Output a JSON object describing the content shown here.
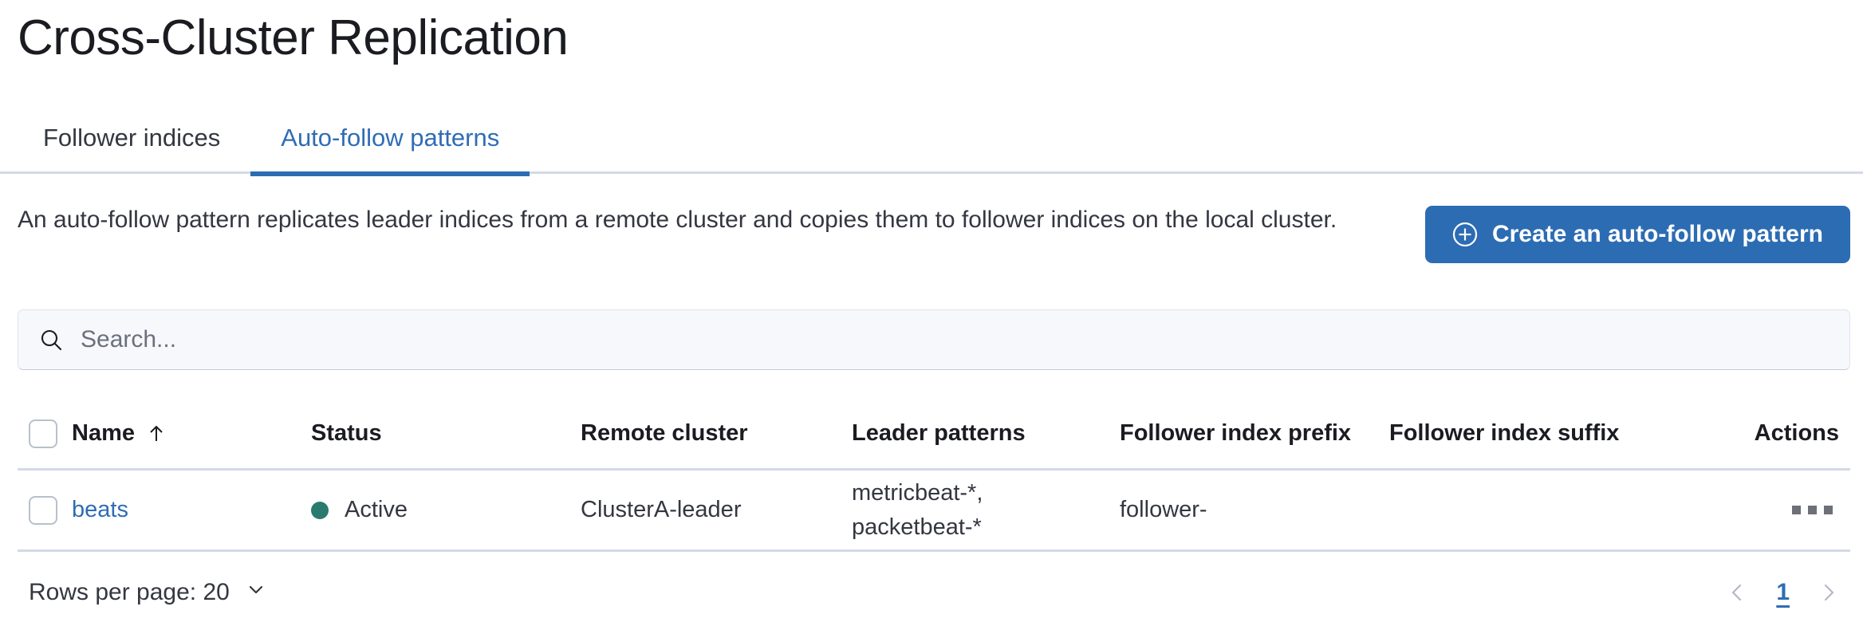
{
  "header": {
    "title": "Cross-Cluster Replication"
  },
  "tabs": [
    {
      "label": "Follower indices",
      "active": false
    },
    {
      "label": "Auto-follow patterns",
      "active": true
    }
  ],
  "intro": {
    "description": "An auto-follow pattern replicates leader indices from a remote cluster and copies them to follower indices on the local cluster.",
    "create_button_label": "Create an auto-follow pattern",
    "create_button_icon": "plus-circle-icon",
    "create_button_color": "#2c6cb3"
  },
  "search": {
    "placeholder": "Search...",
    "value": "",
    "icon": "search-icon"
  },
  "table": {
    "columns": [
      "Name",
      "Status",
      "Remote cluster",
      "Leader patterns",
      "Follower index prefix",
      "Follower index suffix",
      "Actions"
    ],
    "sorted_column": "Name",
    "sort_direction": "ascending",
    "sort_icon": "arrow-up-icon",
    "rows": [
      {
        "name": "beats",
        "status": "Active",
        "status_color": "#2a7a6f",
        "remote_cluster": "ClusterA-leader",
        "leader_patterns": "metricbeat-*, packetbeat-*",
        "leader_patterns_line1": "metricbeat-*,",
        "leader_patterns_line2": "packetbeat-*",
        "follower_index_prefix": "follower-",
        "follower_index_suffix": "",
        "actions_icon": "ellipsis-horizontal-icon"
      }
    ]
  },
  "footer": {
    "rows_per_page_label": "Rows per page: 20",
    "rows_per_page_icon": "chevron-down-icon",
    "prev_icon": "chevron-left-icon",
    "next_icon": "chevron-right-icon",
    "current_page": "1",
    "link_color": "#2f6cb5"
  }
}
